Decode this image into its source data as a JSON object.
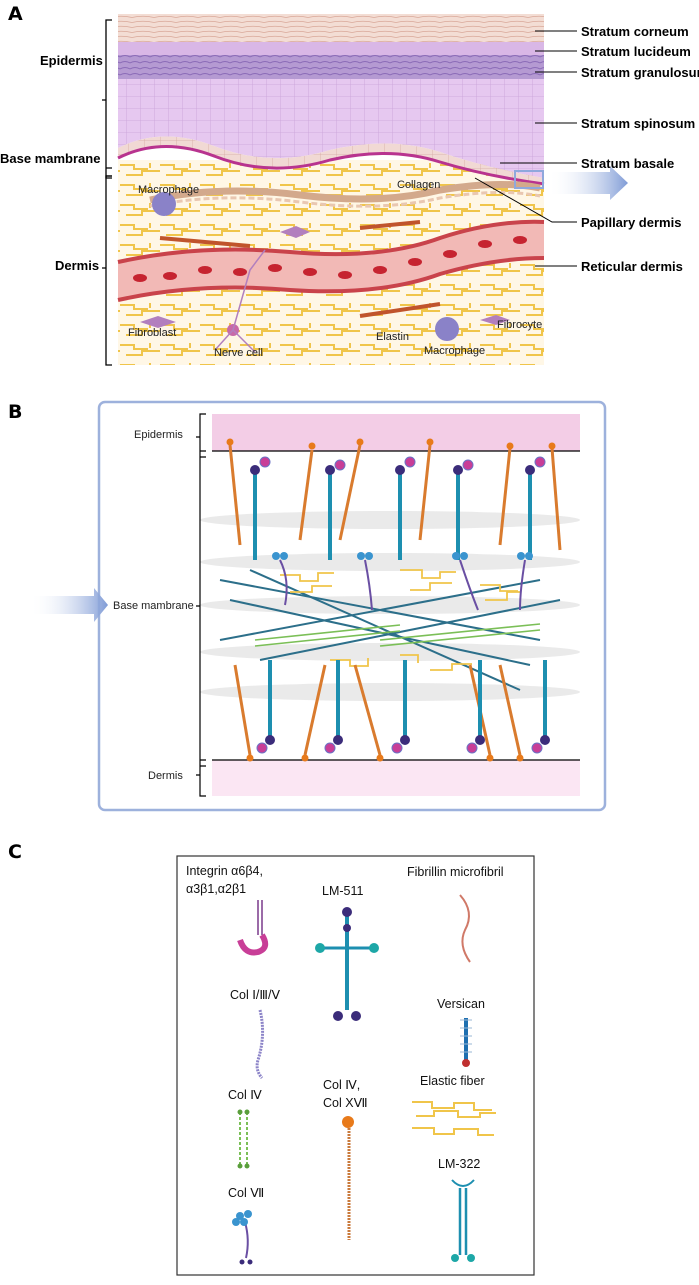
{
  "panel_a": {
    "letter": "A",
    "brackets": {
      "epidermis": "Epidermis",
      "base_membrane": "Base mambrane",
      "dermis": "Dermis"
    },
    "layers": {
      "stratum_corneum": "Stratum corneum",
      "stratum_lucideum": "Stratum lucideum",
      "stratum_granulosum": "Stratum granulosum",
      "stratum_spinosum": "Stratum spinosum",
      "stratum_basale": "Stratum basale",
      "papillary_dermis": "Papillary dermis",
      "reticular_dermis": "Reticular dermis"
    },
    "inline": {
      "macrophage_top": "Macrophage",
      "collagen": "Collagen",
      "fibroblast": "Fibroblast",
      "nerve_cell": "Nerve cell",
      "elastin": "Elastin",
      "macrophage_bottom": "Macrophage",
      "fibrocyte": "Fibrocyte"
    },
    "colors": {
      "epidermis": "#e3c6ee",
      "basale_line": "#b8338f",
      "vessel": "#d9545a",
      "rbc": "#c62430",
      "elastic": "#f0c54a",
      "arrow": "#8fa8dc"
    }
  },
  "panel_b": {
    "letter": "B",
    "labels": {
      "epidermis": "Epidermis",
      "base_membrane": "Base mambrane",
      "dermis": "Dermis"
    },
    "colors": {
      "frame": "#9db1dc",
      "epidermis_band": "#f3cde6",
      "dermis_band": "#fbe6f3"
    }
  },
  "panel_c": {
    "letter": "C",
    "legend": {
      "integrin_line1": "Integrin α6β4,",
      "integrin_line2": "α3β1,α2β1",
      "lm511": "LM-511",
      "fibrillin": "Fibrillin microfibril",
      "col135": "Col Ⅰ/Ⅲ/Ⅴ",
      "versican": "Versican",
      "col4": "Col Ⅳ",
      "col4_17_line1": "Col Ⅳ,",
      "col4_17_line2": "Col XⅦ",
      "elastic_fiber": "Elastic fiber",
      "col7": "Col Ⅶ",
      "lm322": "LM-322"
    }
  }
}
